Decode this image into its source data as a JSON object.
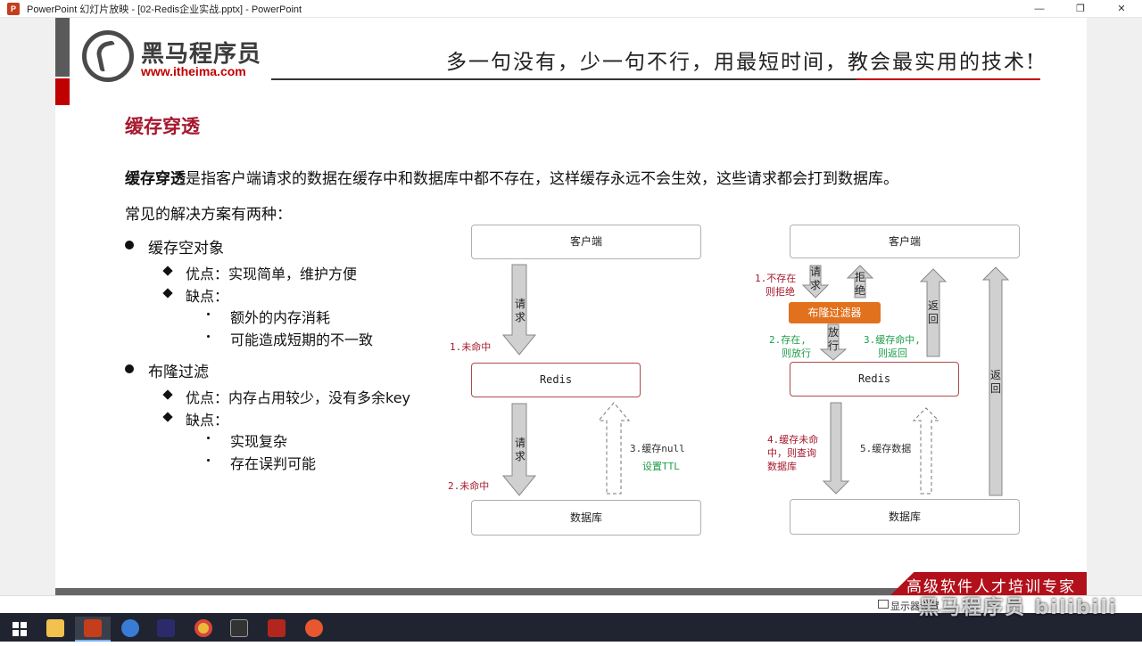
{
  "window": {
    "title": "PowerPoint 幻灯片放映 - [02-Redis企业实战.pptx] - PowerPoint",
    "app_icon": "powerpoint-icon",
    "minimize": "—",
    "restore": "❐",
    "close": "✕"
  },
  "header": {
    "logo_text": "黑马程序员",
    "logo_url": "www.itheima.com",
    "slogan": "多一句没有，少一句不行，用最短时间，教会最实用的技术!"
  },
  "slide": {
    "title": "缓存穿透",
    "definition_term": "缓存穿透",
    "definition_rest": "是指客户端请求的数据在缓存中和数据库中都不存在，这样缓存永远不会生效，这些请求都会打到数据库。",
    "intro": "常见的解决方案有两种：",
    "solutions": [
      {
        "name": "缓存空对象",
        "pros_label": "优点：实现简单，维护方便",
        "cons_label": "缺点：",
        "cons": [
          "额外的内存消耗",
          "可能造成短期的不一致"
        ]
      },
      {
        "name": "布隆过滤",
        "pros_label": "优点：内存占用较少，没有多余key",
        "cons_label": "缺点：",
        "cons": [
          "实现复杂",
          "存在误判可能"
        ]
      }
    ]
  },
  "diagram_left": {
    "client": "客户端",
    "redis": "Redis",
    "db": "数据库",
    "arrow_request_1": "请求",
    "arrow_request_2": "请求",
    "label_miss_1": "1.未命中",
    "label_miss_2": "2.未命中",
    "label_cache_null": "3.缓存null",
    "label_ttl": "设置TTL"
  },
  "diagram_right": {
    "client": "客户端",
    "filter": "布隆过滤器",
    "redis": "Redis",
    "db": "数据库",
    "arrow_request": "请求",
    "arrow_reject": "拒绝",
    "arrow_pass": "放行",
    "arrow_return_1": "返回",
    "arrow_return_2": "返回",
    "label_not_exist_1": "1.不存在",
    "label_not_exist_2": "则拒绝",
    "label_exist_1": "2.存在,",
    "label_exist_2": "则放行",
    "label_hit_1": "3.缓存命中,",
    "label_hit_2": "则返回",
    "label_miss_1": "4.缓存未命",
    "label_miss_2": "中，则查询",
    "label_miss_3": "数据库",
    "label_cache_data": "5.缓存数据"
  },
  "footer": {
    "tagline": "高级软件人才培训专家"
  },
  "statusbar": {
    "text": "显示器设置"
  },
  "watermark": "黑马程序员 bilibili",
  "taskbar": {
    "items": [
      "windows-start-icon",
      "file-explorer-icon",
      "powerpoint-icon",
      "browser-icon",
      "intellij-icon",
      "chrome-icon",
      "terminal-icon",
      "redis-icon",
      "app-icon"
    ]
  },
  "colors": {
    "brand_red": "#a6192e",
    "filter_orange": "#e2711d",
    "label_green": "#1f9d4a"
  }
}
